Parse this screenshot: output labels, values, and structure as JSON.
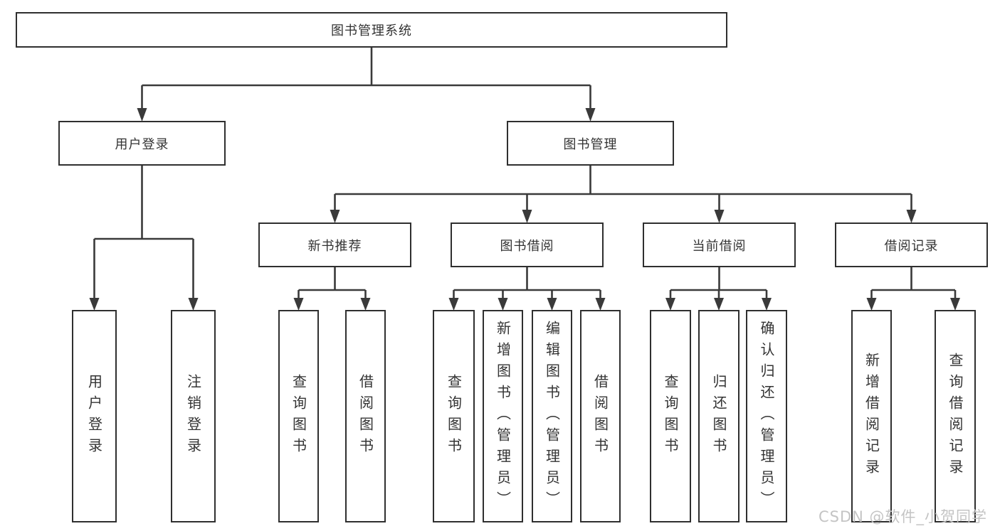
{
  "diagram": {
    "title_node": {
      "label": "图书管理系统"
    },
    "level2": [
      {
        "label": "用户登录"
      },
      {
        "label": "图书管理"
      }
    ],
    "level3": [
      {
        "label": "新书推荐"
      },
      {
        "label": "图书借阅"
      },
      {
        "label": "当前借阅"
      },
      {
        "label": "借阅记录"
      }
    ],
    "leaves": {
      "user_login": [
        {
          "label": "用户登录"
        },
        {
          "label": "注销登录"
        }
      ],
      "new_book_recommend": [
        {
          "label": "查询图书"
        },
        {
          "label": "借阅图书"
        }
      ],
      "book_borrow": [
        {
          "label": "查询图书"
        },
        {
          "label": "新增图书（管理员）"
        },
        {
          "label": "编辑图书（管理员）"
        },
        {
          "label": "借阅图书"
        }
      ],
      "current_borrow": [
        {
          "label": "查询图书"
        },
        {
          "label": "归还图书"
        },
        {
          "label": "确认归还（管理员）"
        }
      ],
      "borrow_record": [
        {
          "label": "新增借阅记录"
        },
        {
          "label": "查询借阅记录"
        }
      ]
    },
    "watermark": "CSDN @软件_小贺同学",
    "colors": {
      "line": "#3a3a3a",
      "box_border": "#2f2f2f",
      "text": "#333333",
      "watermark": "#c4c4c4",
      "background": "#ffffff"
    }
  }
}
